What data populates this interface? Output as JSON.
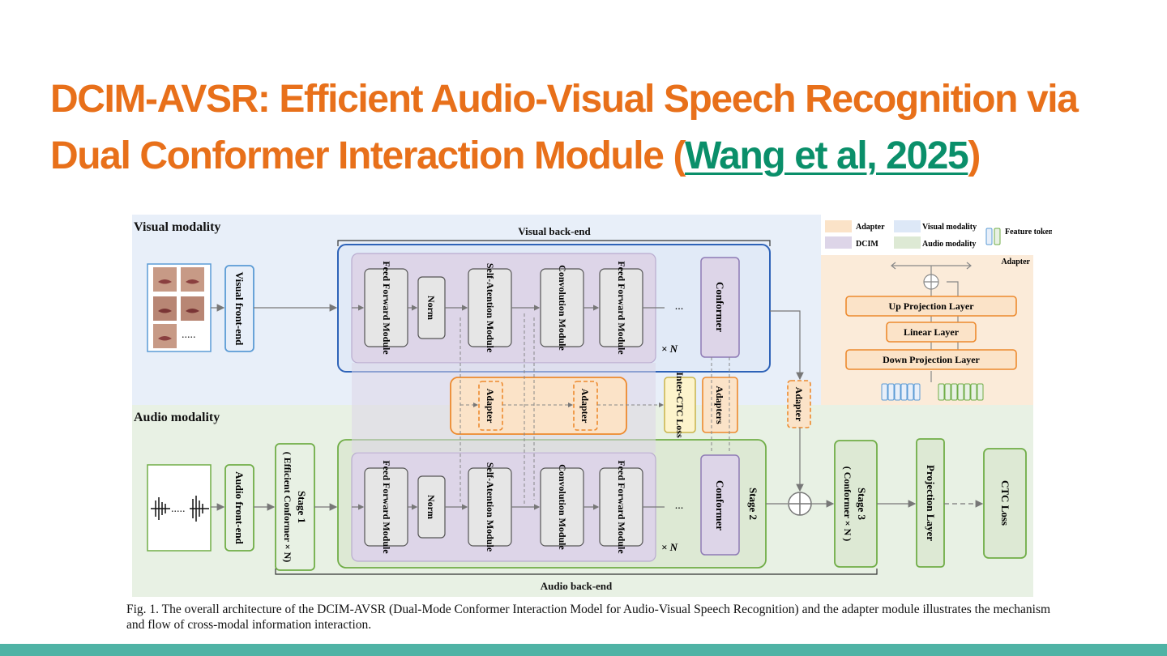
{
  "title": {
    "text": "DCIM-AVSR: Efficient Audio-Visual Speech Recognition via Dual Conformer Interaction Module (",
    "link": "Wang et al, 2025",
    "close": ")"
  },
  "figure": {
    "visual_section": "Visual modality",
    "audio_section": "Audio modality",
    "visual_backend": "Visual back-end",
    "audio_backend": "Audio back-end",
    "visual_frontend": "Visual front-end",
    "audio_frontend": "Audio front-end",
    "stage1": "Stage 1",
    "stage1_sub": "( Efficient Conformer × N)",
    "stage2": "Stage 2",
    "stage3": "Stage 3",
    "stage3_sub": "( Conformer × N )",
    "projection_layer": "Projection Layer",
    "ctc_loss": "CTC Loss",
    "modules": {
      "ff": "Feed Forward Module",
      "norm": "Norm",
      "self_attention": "Self-Atention Module",
      "convolution": "Convolution Module",
      "ff2": "Feed Forward Module"
    },
    "ellipsis": "...",
    "times_n": "× N",
    "conformer": "Conformer",
    "adapter": "Adapter",
    "adapters": "Adapters",
    "inter_ctc": "Inter-CTC Loss",
    "dots": "....."
  },
  "legend": {
    "adapter": "Adapter",
    "visual": "Visual modality",
    "dcim": "DCIM",
    "audio": "Audio modality",
    "feature_token": "Feature token"
  },
  "adapter_panel": {
    "title": "Adapter",
    "up": "Up Projection Layer",
    "linear": "Linear Layer",
    "down": "Down Projection Layer"
  },
  "caption": "Fig. 1.  The overall architecture of the DCIM-AVSR (Dual-Mode Conformer Interaction Model for Audio-Visual Speech Recognition) and the adapter module illustrates the mechanism and flow of cross-modal information interaction.",
  "colors": {
    "title": "#e8701a",
    "link": "#0a8f6a",
    "bar": "#4fb3a5",
    "visual_bg": "#e8eff9",
    "audio_bg": "#e8f1e4",
    "adapter_bg": "#fbebd9",
    "dcim": "#ddd5e8"
  }
}
